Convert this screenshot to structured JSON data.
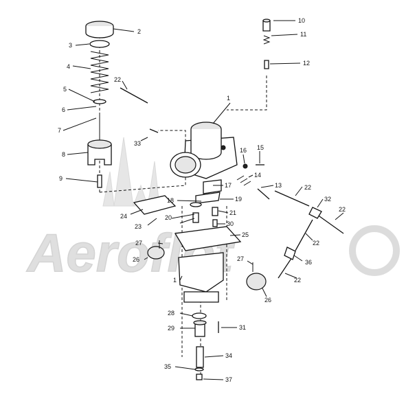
{
  "watermark": {
    "text": "Aeroflot",
    "color": "#d9d9d9"
  },
  "callouts": [
    "1",
    "2",
    "3",
    "4",
    "5",
    "6",
    "7",
    "8",
    "9",
    "10",
    "11",
    "12",
    "13",
    "14",
    "15",
    "16",
    "17",
    "18",
    "19",
    "20",
    "21",
    "22",
    "23",
    "24",
    "25",
    "26",
    "27",
    "28",
    "29",
    "30",
    "31",
    "32",
    "33",
    "34",
    "35",
    "36",
    "37"
  ],
  "colors": {
    "line": "#111111",
    "background": "#ffffff"
  }
}
